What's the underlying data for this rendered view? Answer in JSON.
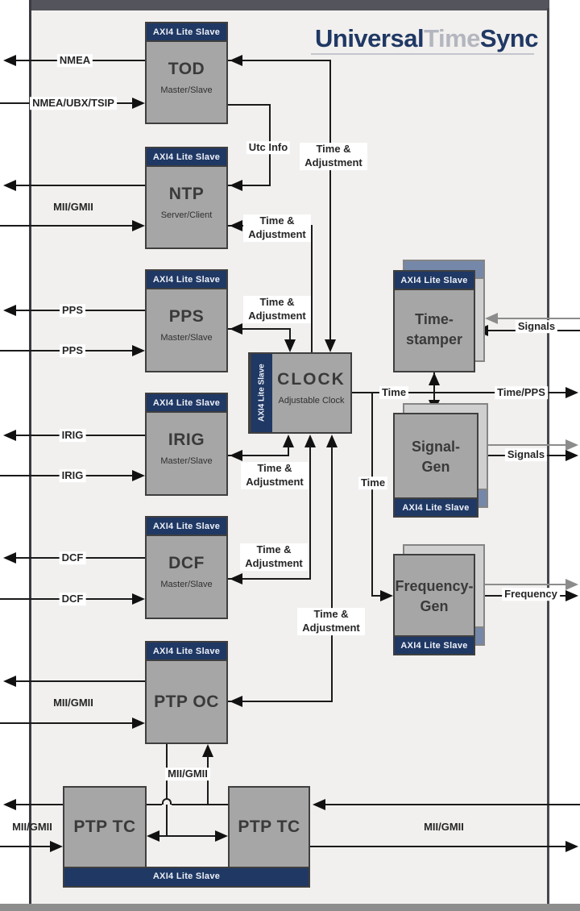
{
  "title": {
    "universal": "Universal",
    "time": "Time",
    "sync": "Sync"
  },
  "labels": {
    "axi4_lite_slave": "AXI4 Lite Slave",
    "time_adjustment": "Time & Adjustment",
    "utc_info": "Utc Info",
    "time": "Time",
    "time_pps": "Time/PPS",
    "signals": "Signals",
    "frequency": "Frequency",
    "nmea": "NMEA",
    "nmea_ubx_tsip": "NMEA/UBX/TSIP",
    "mii_gmii": "MII/GMII",
    "pps": "PPS",
    "irig": "IRIG",
    "dcf": "DCF"
  },
  "blocks": {
    "tod": {
      "title": "TOD",
      "subtitle": "Master/Slave"
    },
    "ntp": {
      "title": "NTP",
      "subtitle": "Server/Client"
    },
    "pps": {
      "title": "PPS",
      "subtitle": "Master/Slave"
    },
    "irig": {
      "title": "IRIG",
      "subtitle": "Master/Slave"
    },
    "dcf": {
      "title": "DCF",
      "subtitle": "Master/Slave"
    },
    "ptp_oc": {
      "title": "PTP OC"
    },
    "clock": {
      "title": "CLOCK",
      "subtitle": "Adjustable Clock"
    },
    "timestamper": {
      "title_lines": [
        "Time-",
        "stamper"
      ]
    },
    "signal_gen": {
      "title_lines": [
        "Signal-",
        "Gen"
      ]
    },
    "frequency_gen": {
      "title_lines": [
        "Frequency-",
        "Gen"
      ]
    },
    "ptp_tc": {
      "title": "PTP TC"
    }
  },
  "colors": {
    "navy": "#1f3864",
    "block_gray": "#a6a6a6",
    "back_card_gray": "#cfcfcf",
    "back_card_navy": "#7588a9",
    "title_time_gray": "#b3b6bf",
    "line_black": "#1a1a1a",
    "line_gray": "#8c8c8c",
    "canvas": "#f1f0ee"
  }
}
